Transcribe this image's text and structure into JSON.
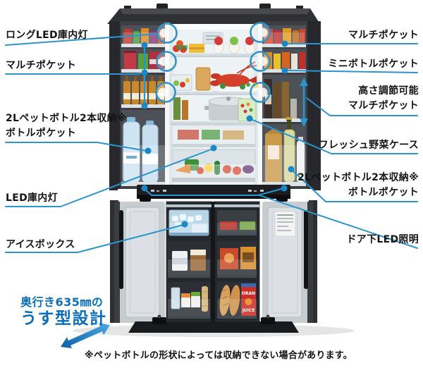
{
  "colors": {
    "accent": "#2a95cc",
    "dot-blue": "#1b87c5",
    "tagline-blue": "#0b6fb8",
    "label-text": "#141414",
    "cabinet-dark": "#3a3c41"
  },
  "callouts": {
    "left": [
      {
        "id": "long-led-interior-light",
        "lines": [
          "ロングLED庫内灯"
        ]
      },
      {
        "id": "multi-pocket",
        "lines": [
          "マルチポケット"
        ]
      },
      {
        "id": "2l-pet-bottle-pocket",
        "lines": [
          "2Lペットボトル2本収納※",
          "ボトルポケット"
        ]
      },
      {
        "id": "led-interior-light",
        "lines": [
          "LED庫内灯"
        ]
      },
      {
        "id": "ice-box",
        "lines": [
          "アイスボックス"
        ]
      }
    ],
    "right": [
      {
        "id": "multi-pocket",
        "lines": [
          "マルチポケット"
        ]
      },
      {
        "id": "mini-bottle-pocket",
        "lines": [
          "ミニボトルポケット"
        ]
      },
      {
        "id": "height-adjustable-multi-pocket",
        "lines": [
          "高さ調節可能",
          "マルチポケット"
        ]
      },
      {
        "id": "fresh-vegetable-case",
        "lines": [
          "フレッシュ野菜ケース"
        ]
      },
      {
        "id": "2l-pet-bottle-pocket",
        "lines": [
          "2Lペットボトル2本収納※",
          "ボトルポケット"
        ]
      },
      {
        "id": "under-door-led-light",
        "lines": [
          "ドア下LED照明"
        ]
      }
    ]
  },
  "tagline": {
    "line1": "奥行き635㎜の",
    "line2": "うす型設計"
  },
  "footnote": "※ペットボトルの形状によっては収納できない場合があります。",
  "photo_text": {
    "juice_carton": [
      "ORAN",
      "JUICE"
    ]
  }
}
